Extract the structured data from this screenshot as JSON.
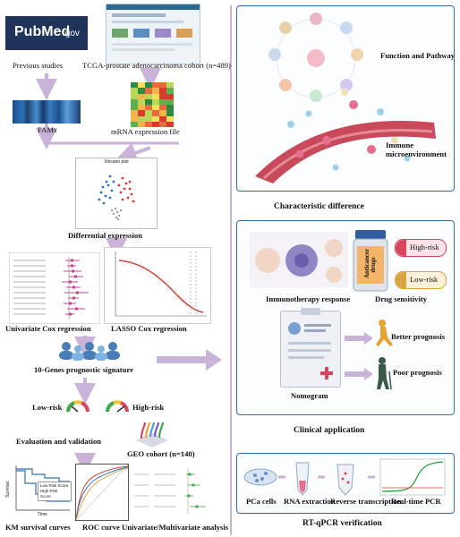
{
  "left": {
    "pubmed_logo_text": "PubMed",
    "pubmed_logo_suffix": ".gov",
    "previous_studies": "Previous studies",
    "tcga_cohort": "TCGA-prostate adenocarcinoma cohort (n=489)",
    "fams": "FAMs",
    "mrna_file": "mRNA expression file",
    "volcano_title": "Volcano plot",
    "differential_expression": "Differential expression",
    "univariate_cox": "Univariate Cox regression",
    "lasso_cox": "LASSO Cox regression",
    "signature": "10-Genes prognostic signature",
    "low_risk": "Low-risk",
    "high_risk": "High-risk",
    "evaluation": "Evaluation and validation",
    "geo_cohort": "GEO cohort (n=140)",
    "km_legend_low": "Low Risk Score",
    "km_legend_high": "High Risk Score",
    "km_ylabel": "Survival",
    "km_xlabel": "Time",
    "km_curves": "KM survival curves",
    "roc_curve": "ROC curve",
    "uni_multi": "Univariate/Multivariate analysis"
  },
  "right": {
    "function_pathway": "Function and Pathway",
    "immune_micro": "Immune microenvironment",
    "characteristic_difference": "Characteristic difference",
    "immunotherapy_response": "Immunotherapy response",
    "drug_sensitivity": "Drug sensitivity",
    "high_risk": "High-risk",
    "low_risk": "Low-risk",
    "anticancer_drugs": "Anticancer drugs",
    "better_prognosis": "Better prognosis",
    "poor_prognosis": "Poor prognosis",
    "nomogram": "Nomogram",
    "clinical_application": "Clinical application",
    "pca_cells": "PCa cells",
    "rna_extraction": "RNA extraction",
    "reverse_transcription": "Reverse transcription",
    "realtime_pcr": "Real-time PCR",
    "rtqpcr": "RT-qPCR verification"
  },
  "colors": {
    "panel_border": "#2f6fb0",
    "arrow": "#c9b3d9",
    "pubmed_bg": "#20335b",
    "high_risk": "#d8465d",
    "low_risk": "#d9a441"
  }
}
